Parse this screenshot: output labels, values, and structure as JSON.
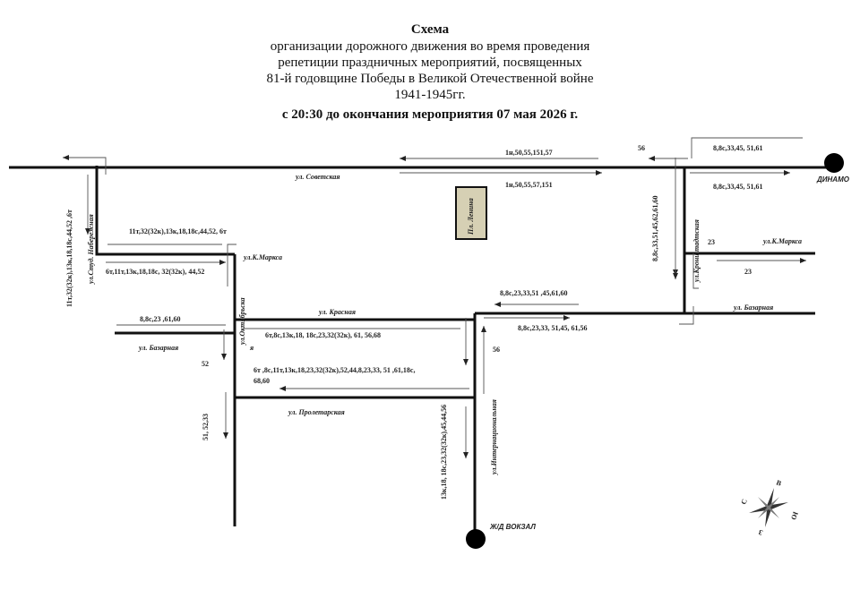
{
  "header": {
    "title": "Схема",
    "lines": [
      "организации дорожного движения во время проведения",
      "репетиции праздничных мероприятий, посвященных",
      "81-й годовщине Победы в Великой Отечественной войне",
      "1941-1945гг."
    ],
    "time": "с 20:30 до окончания мероприятия  07 мая 2026 г."
  },
  "streets": {
    "sovetskaya": "ул. Советская",
    "k_marksa_left": "ул.К.Маркса",
    "k_marksa_right": "ул.К.Маркса",
    "krasnaya": "ул. Красная",
    "bazarnaya_left": "ул. Базарная",
    "bazarnaya_right": "ул. Базарная",
    "proletarskaya": "ул. Пролетарская",
    "oktyabrskaya": "ул.Октябрьска",
    "oktyabrskaya_suffix": "я",
    "internatsionalnaya": "ул.Интернациональная",
    "kronshtadtskaya": "ул.Кронштадтская",
    "stud_naberezhnaya": "ул.Студ. Набережная",
    "lenin_square": "Пл. Ленина"
  },
  "stops": {
    "dinamo": "ДИНАМО",
    "railway_station": "Ж/Д ВОКЗАЛ"
  },
  "routes": {
    "sov_top_center": "1н,50,55,151,57",
    "sov_bottom_center": "1н,50,55,57,151",
    "sov_56": "56",
    "sov_top_right": "8,8с,33,45, 51,61",
    "sov_bottom_right": "8,8с,33,45, 51,61",
    "nab_vertical": "11т,32(32к),13к,18,18с,44,52 ,6т",
    "km_left_top": "11т,32(32к),13к,18,18с,44,52, 6т",
    "km_left_bottom": "6т,11т,13к,18,18с, 32(32к), 44,52",
    "kron_vertical": "8,8с,33,51,45,62,61,60",
    "km_right_23_top": "23",
    "km_right_23_bottom": "23",
    "baz_right_top": "8,8с,23,33,51 ,45,61,60",
    "baz_right_bottom": "8,8с,23,33, 51,45, 61,56",
    "intl_56": "56",
    "baz_left": "8,8с,23 ,61,60",
    "krasnaya_routes": "6т,8с,13к,18, 18с,23,32(32к), 61, 56,68",
    "okt_52": "52",
    "prolet_line1": "6т ,8с,11т,13к,18,23,32(32к),52,44,8,23,33, 51 ,61,18с,",
    "prolet_line2": "68,60",
    "okt_down": "51, 52,33",
    "intl_down": "13к,18, 18с,23,32(32к),45,44,56"
  },
  "compass": {
    "n": "С",
    "e": "В",
    "s": "Ю",
    "w": "З"
  }
}
